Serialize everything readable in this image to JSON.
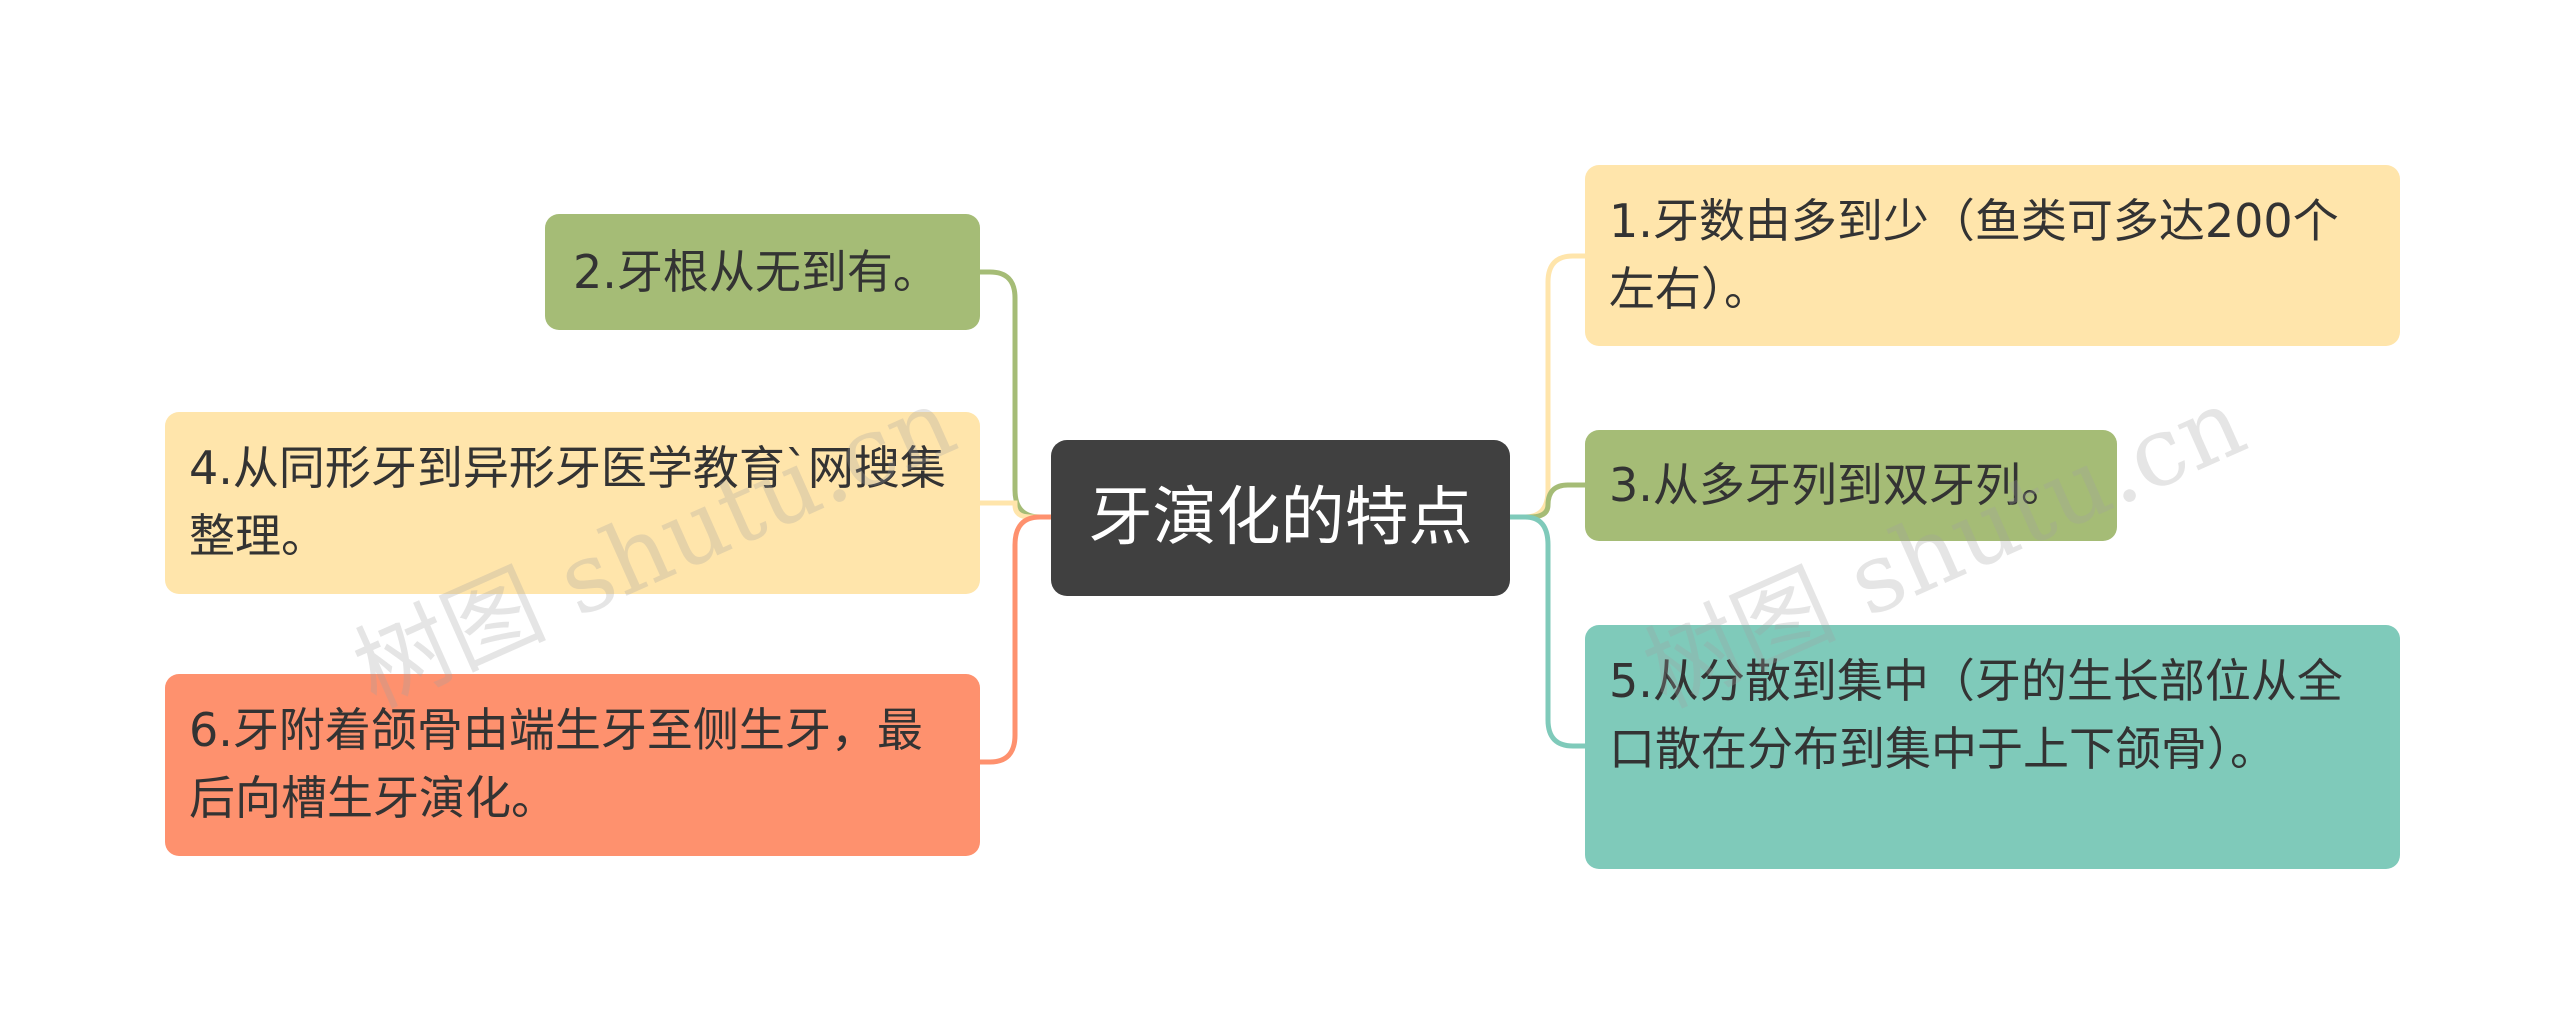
{
  "central": {
    "label": "牙演化的特点"
  },
  "nodes": {
    "n1": "1.牙数由多到少（鱼类可多达200个左右）。",
    "n2": "2.牙根从无到有。",
    "n3": "3.从多牙列到双牙列。",
    "n4": "4.从同形牙到异形牙医学教育`网搜集整理。",
    "n5": "5.从分散到集中（牙的生长部位从全口散在分布到集中于上下颌骨）。",
    "n6": "6.牙附着颌骨由端生牙至侧生牙，最后向槽生牙演化。"
  },
  "watermark": {
    "text": "树图 shutu.cn"
  },
  "colors": {
    "center": "#404040",
    "green": "#a5bc76",
    "yellow": "#ffe5ab",
    "orange": "#fe916e",
    "teal": "#7fcaba"
  }
}
